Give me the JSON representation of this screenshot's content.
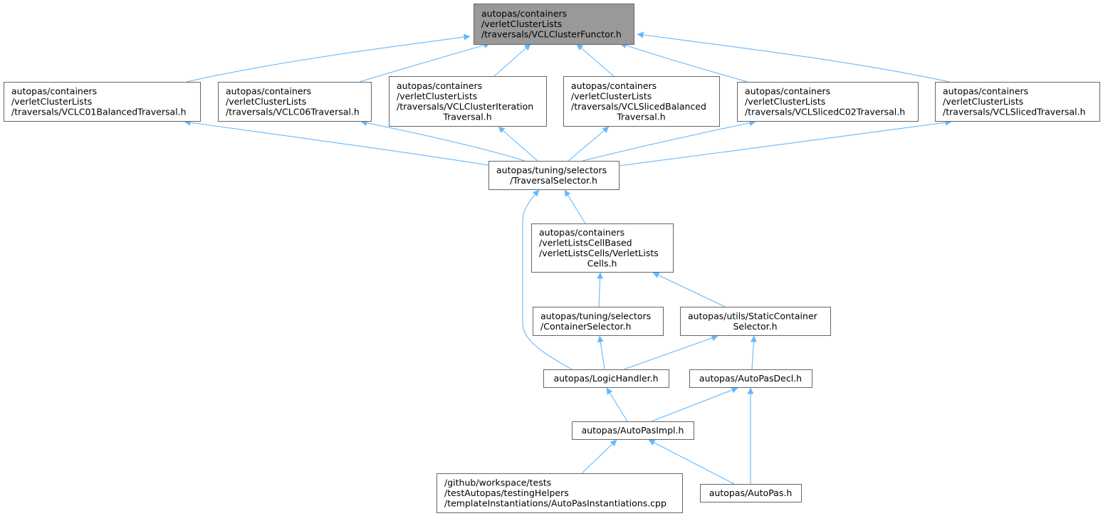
{
  "colors": {
    "highlight_fill": "#999999",
    "node_fill": "#ffffff",
    "node_border": "#666666",
    "edge": "#63b8ff"
  },
  "nodes": {
    "vcl_cluster_functor": {
      "lines": [
        "autopas/containers",
        "/verletClusterLists",
        "/traversals/VCLClusterFunctor.h"
      ],
      "highlighted": true
    },
    "vclc01_balanced": {
      "lines": [
        "autopas/containers",
        "/verletClusterLists",
        "/traversals/VCLC01BalancedTraversal.h"
      ]
    },
    "vclc06": {
      "lines": [
        "autopas/containers",
        "/verletClusterLists",
        "/traversals/VCLC06Traversal.h"
      ]
    },
    "vcl_cluster_iteration": {
      "lines": [
        "autopas/containers",
        "/verletClusterLists",
        "/traversals/VCLClusterIteration",
        "Traversal.h"
      ]
    },
    "vcl_sliced_balanced": {
      "lines": [
        "autopas/containers",
        "/verletClusterLists",
        "/traversals/VCLSlicedBalanced",
        "Traversal.h"
      ]
    },
    "vcl_sliced_c02": {
      "lines": [
        "autopas/containers",
        "/verletClusterLists",
        "/traversals/VCLSlicedC02Traversal.h"
      ]
    },
    "vcl_sliced": {
      "lines": [
        "autopas/containers",
        "/verletClusterLists",
        "/traversals/VCLSlicedTraversal.h"
      ]
    },
    "traversal_selector": {
      "lines": [
        "autopas/tuning/selectors",
        "/TraversalSelector.h"
      ]
    },
    "verlet_lists_cells": {
      "lines": [
        "autopas/containers",
        "/verletListsCellBased",
        "/verletListsCells/VerletLists",
        "Cells.h"
      ]
    },
    "container_selector": {
      "lines": [
        "autopas/tuning/selectors",
        "/ContainerSelector.h"
      ]
    },
    "static_container_selector": {
      "lines": [
        "autopas/utils/StaticContainer",
        "Selector.h"
      ]
    },
    "logic_handler": {
      "lines": [
        "autopas/LogicHandler.h"
      ]
    },
    "autopas_decl": {
      "lines": [
        "autopas/AutoPasDecl.h"
      ]
    },
    "autopas_impl": {
      "lines": [
        "autopas/AutoPasImpl.h"
      ]
    },
    "template_instantiations": {
      "lines": [
        "/github/workspace/tests",
        "/testAutopas/testingHelpers",
        "/templateInstantiations/AutoPasInstantiations.cpp"
      ]
    },
    "autopas_h": {
      "lines": [
        "autopas/AutoPas.h"
      ]
    }
  },
  "edges": [
    {
      "from": "vclc01_balanced",
      "to": "vcl_cluster_functor"
    },
    {
      "from": "vclc06",
      "to": "vcl_cluster_functor"
    },
    {
      "from": "vcl_cluster_iteration",
      "to": "vcl_cluster_functor"
    },
    {
      "from": "vcl_sliced_balanced",
      "to": "vcl_cluster_functor"
    },
    {
      "from": "vcl_sliced_c02",
      "to": "vcl_cluster_functor"
    },
    {
      "from": "vcl_sliced",
      "to": "vcl_cluster_functor"
    },
    {
      "from": "traversal_selector",
      "to": "vclc01_balanced"
    },
    {
      "from": "traversal_selector",
      "to": "vclc06"
    },
    {
      "from": "traversal_selector",
      "to": "vcl_cluster_iteration"
    },
    {
      "from": "traversal_selector",
      "to": "vcl_sliced_balanced"
    },
    {
      "from": "traversal_selector",
      "to": "vcl_sliced_c02"
    },
    {
      "from": "traversal_selector",
      "to": "vcl_sliced"
    },
    {
      "from": "verlet_lists_cells",
      "to": "traversal_selector"
    },
    {
      "from": "logic_handler",
      "to": "traversal_selector"
    },
    {
      "from": "container_selector",
      "to": "verlet_lists_cells"
    },
    {
      "from": "static_container_selector",
      "to": "verlet_lists_cells"
    },
    {
      "from": "logic_handler",
      "to": "container_selector"
    },
    {
      "from": "logic_handler",
      "to": "static_container_selector"
    },
    {
      "from": "autopas_decl",
      "to": "static_container_selector"
    },
    {
      "from": "autopas_impl",
      "to": "logic_handler"
    },
    {
      "from": "autopas_impl",
      "to": "autopas_decl"
    },
    {
      "from": "autopas_h",
      "to": "autopas_decl"
    },
    {
      "from": "template_instantiations",
      "to": "autopas_impl"
    },
    {
      "from": "autopas_h",
      "to": "autopas_impl"
    }
  ]
}
